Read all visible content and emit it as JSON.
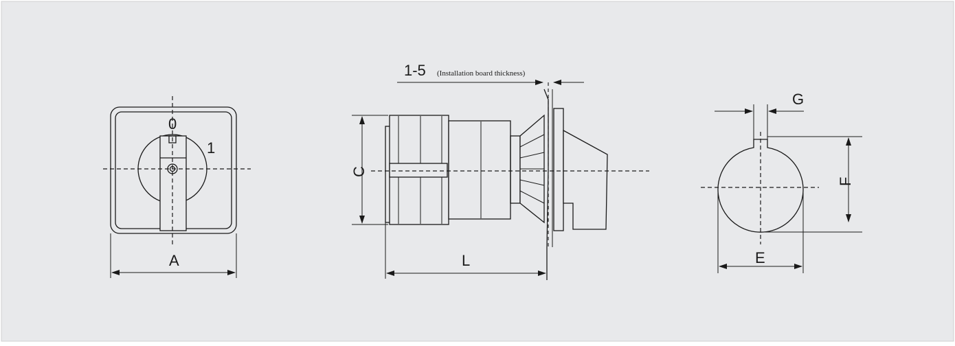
{
  "colors": {
    "background": "#e8e9eb",
    "line": "#1a1a1a",
    "part_fill": "#e8e9eb"
  },
  "front_view": {
    "position_off": "0",
    "position_on": "1",
    "dim_width": "A"
  },
  "side_view": {
    "thickness_range": "1-5",
    "thickness_note": "(Installation board thickness)",
    "dim_height": "C",
    "dim_length": "L"
  },
  "cutout_view": {
    "dim_key_width": "G",
    "dim_height": "F",
    "dim_diameter": "E"
  }
}
